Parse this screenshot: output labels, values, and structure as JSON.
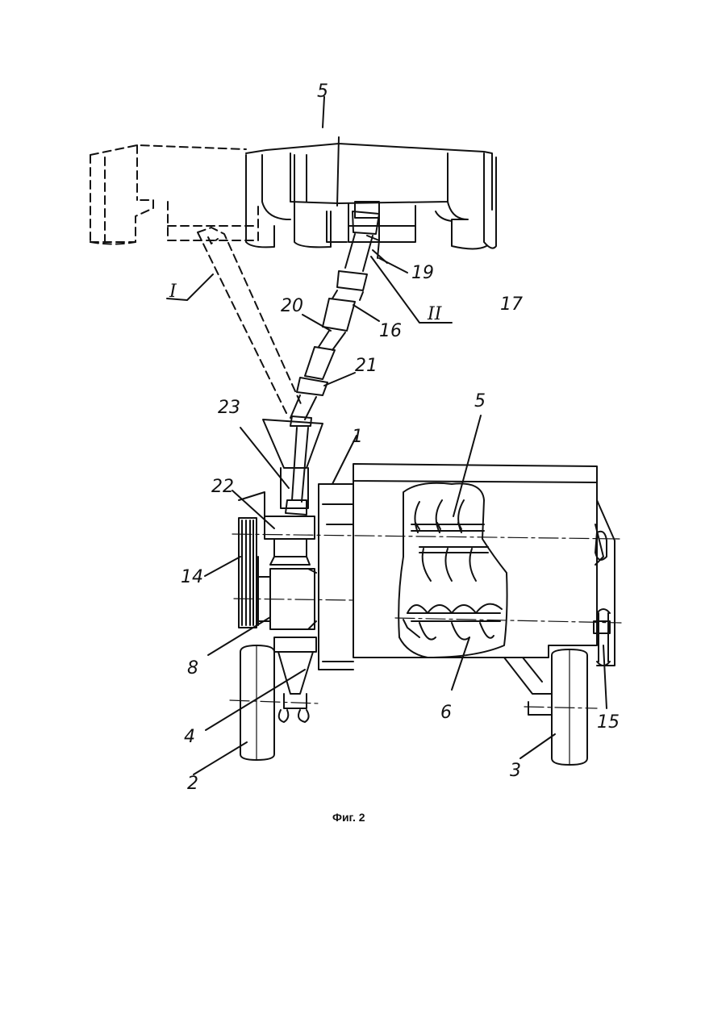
{
  "figure": {
    "caption": "Фиг. 2",
    "labels": {
      "tractor": "5",
      "frame": "1",
      "left_wheel": "2",
      "right_wheel": "3",
      "drawbar": "4",
      "shaft_upper": "5",
      "auger": "6",
      "gearbox": "8",
      "pulley": "14",
      "chain_drive": "15",
      "cardan_shaft": "16",
      "tractor_wheel": "17",
      "hitch": "19",
      "telescopic": "20",
      "coupling": "21",
      "reducer": "22",
      "hopper": "23",
      "position_one": "I",
      "position_two": "II"
    }
  }
}
